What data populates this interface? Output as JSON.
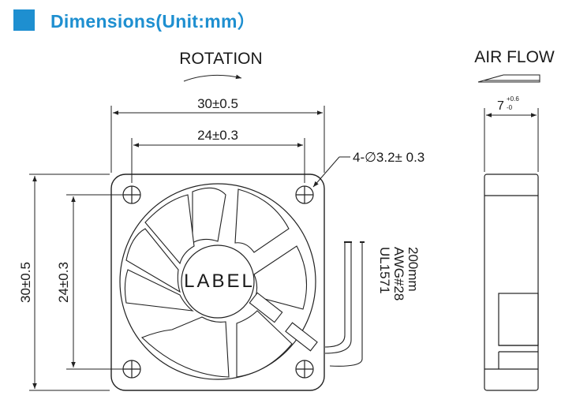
{
  "header": {
    "title": "Dimensions(Unit:mm）",
    "accent_color": "#1e8fd0"
  },
  "front_view": {
    "rotation_label": "ROTATION",
    "outer_width": "30±0.5",
    "hole_pitch_horizontal": "24±0.3",
    "mounting_hole": "4-∅3.2± 0.3",
    "outer_height": "30±0.5",
    "hole_pitch_vertical": "24±0.3",
    "center_label": "LABEL",
    "wire_spec": [
      "UL1571",
      "AWG#28",
      "200mm"
    ]
  },
  "side_view": {
    "airflow_label": "AIR FLOW",
    "thickness": "7",
    "thickness_tol_plus": "+0.6",
    "thickness_tol_minus": "-0"
  }
}
